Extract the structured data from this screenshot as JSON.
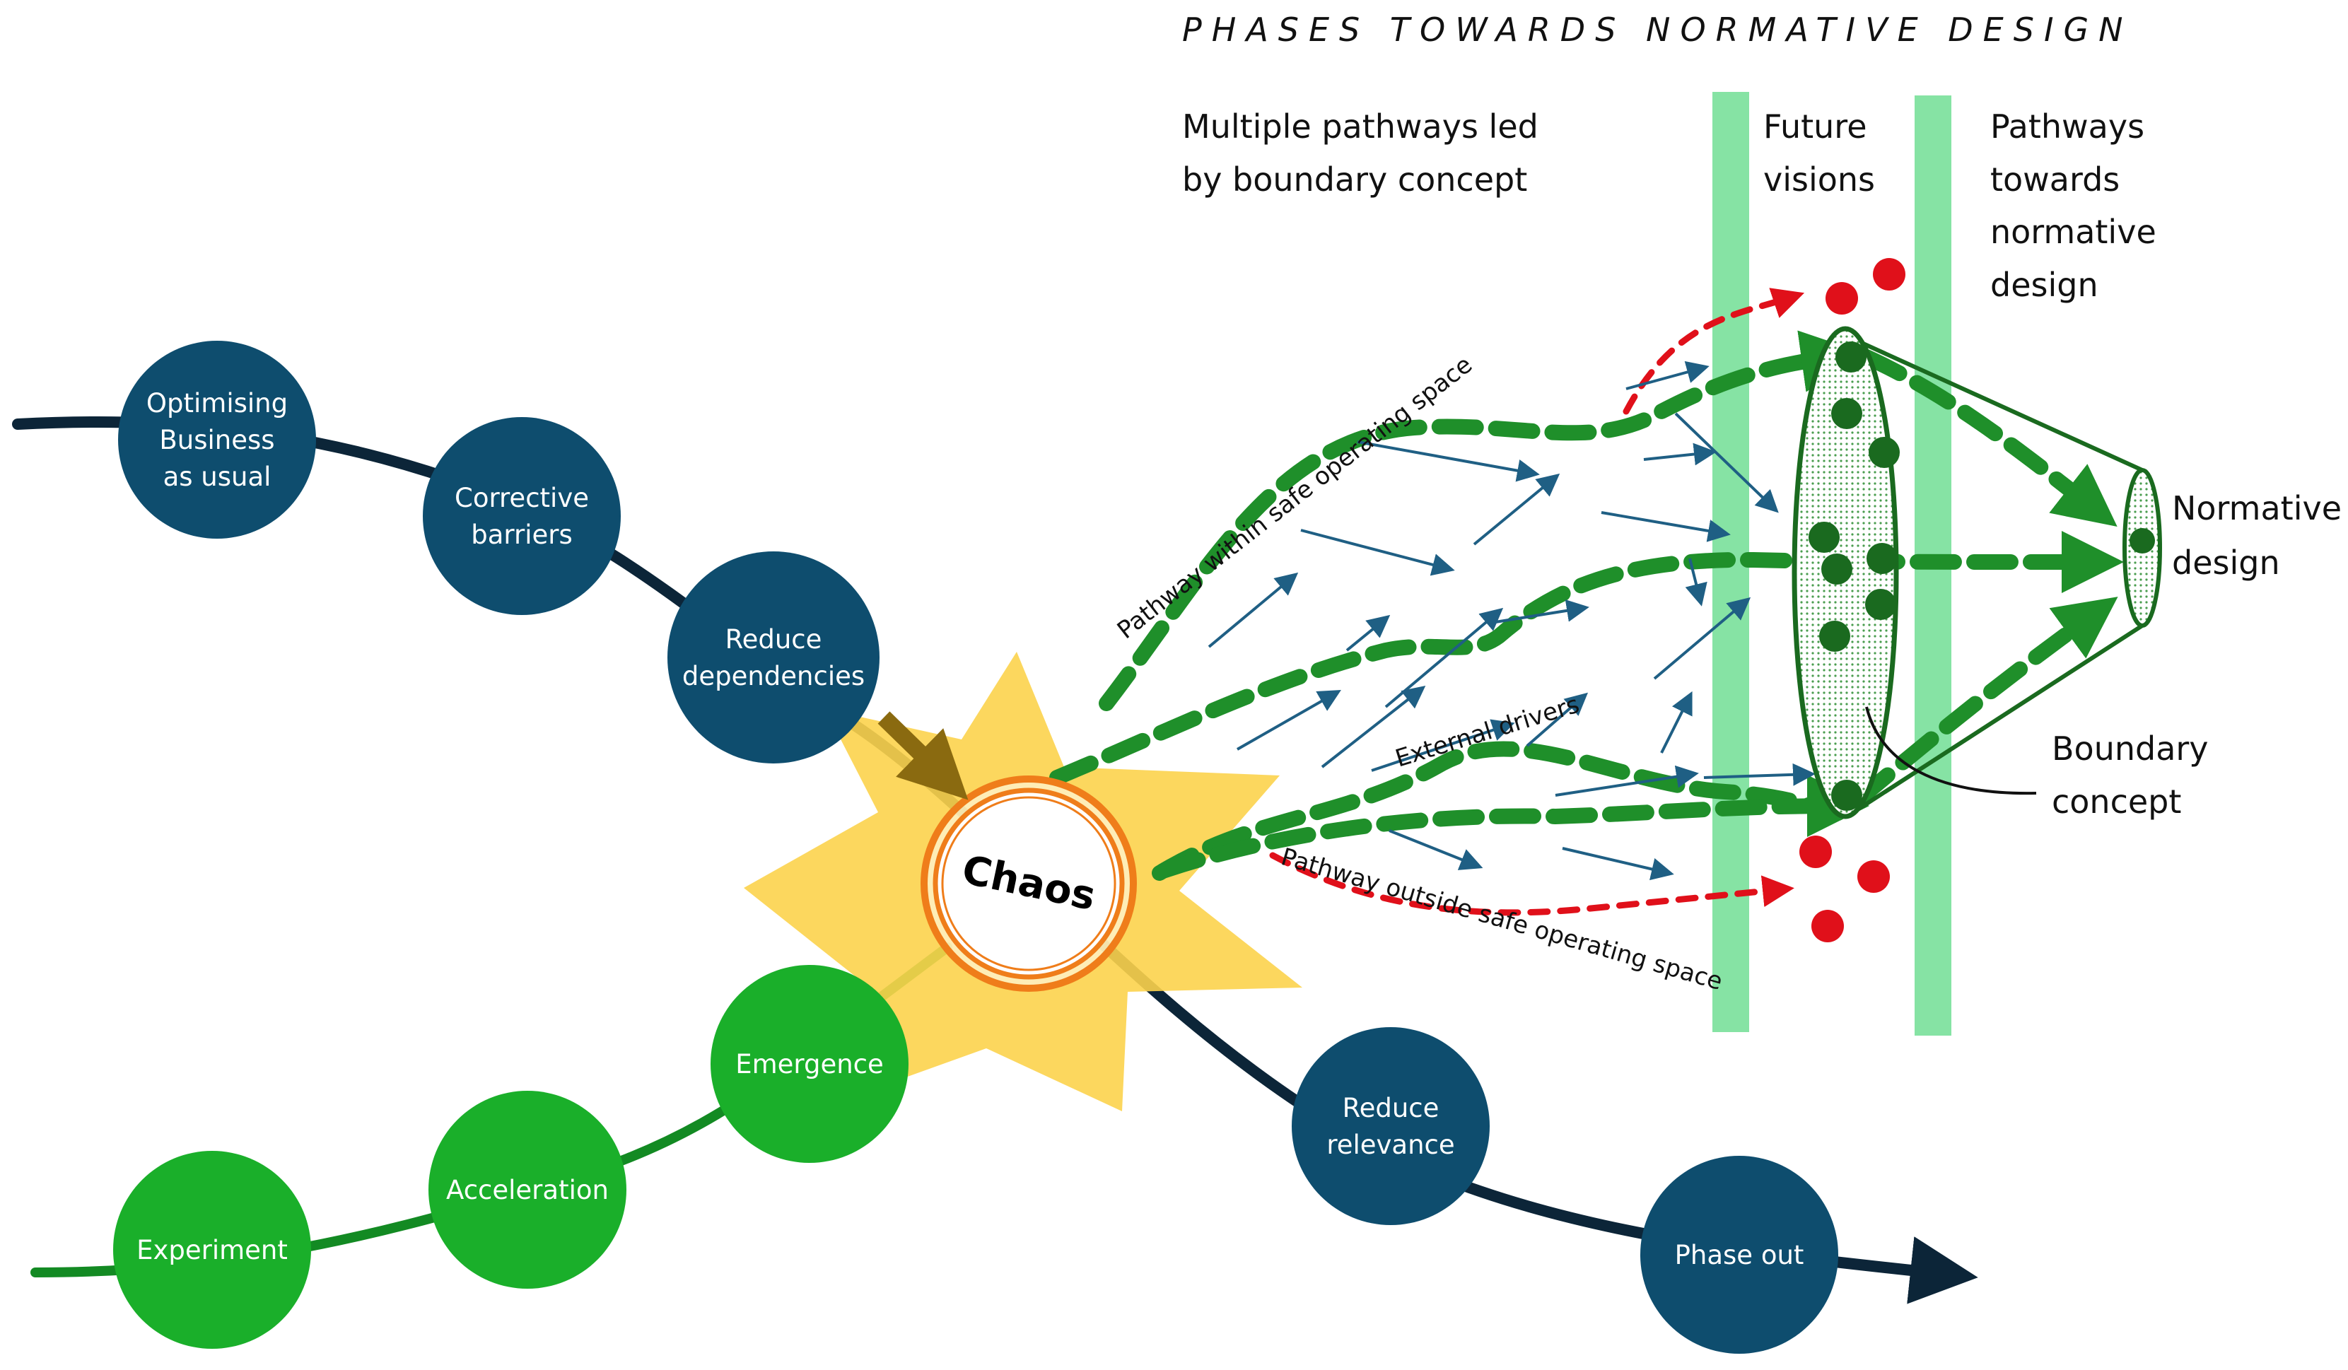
{
  "heading": "PHASES TOWARDS NORMATIVE DESIGN",
  "column_labels": {
    "pathways_led": [
      "Multiple pathways led",
      "by boundary concept"
    ],
    "future_visions": [
      "Future",
      "visions"
    ],
    "pathways_towards": [
      "Pathways",
      "towards",
      "normative",
      "design"
    ]
  },
  "declining_phases": [
    [
      "Optimising",
      "Business",
      "as usual"
    ],
    [
      "Corrective",
      "barriers"
    ],
    [
      "Reduce",
      "dependencies"
    ],
    [
      "Reduce",
      "relevance"
    ],
    [
      "Phase out"
    ]
  ],
  "emerging_phases": [
    [
      "Experiment"
    ],
    [
      "Acceleration"
    ],
    [
      "Emergence"
    ]
  ],
  "chaos_label": "Chaos",
  "path_labels": {
    "within": "Pathway within safe operating space",
    "outside": "Pathway outside safe operating space",
    "external": "External drivers"
  },
  "normative_design": [
    "Normative",
    "design"
  ],
  "boundary_concept": [
    "Boundary",
    "concept"
  ],
  "colors": {
    "declining": "#0e4d6e",
    "emerging": "#1aaf2a",
    "curve_dark": "#0c2538",
    "curve_green": "#138a23",
    "star": "#fcd34d",
    "chaos_ring": "#ef7d1a",
    "pathway_green": "#1f8f2a",
    "pathway_red": "#e0101a",
    "driver_arrow": "#1f5f84",
    "band": "#86e3a4",
    "boundary_dots": "#1a6a1f",
    "red_dots": "#e0101a"
  }
}
